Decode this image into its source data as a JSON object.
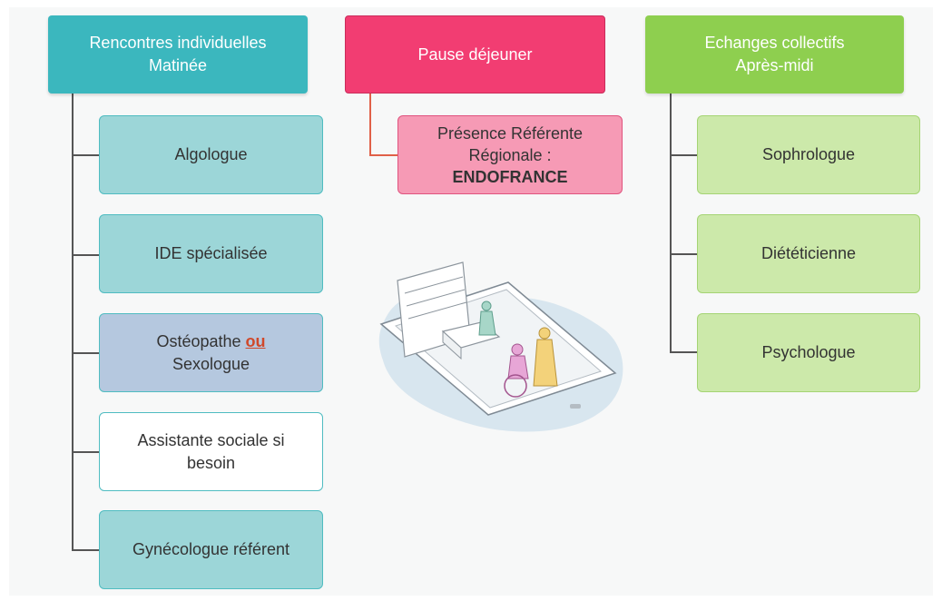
{
  "columns": {
    "left": {
      "header_line1": "Rencontres individuelles",
      "header_line2": "Matinée",
      "items": [
        {
          "label": "Algologue"
        },
        {
          "label": "IDE spécialisée"
        },
        {
          "label_part1": "Ostéopathe",
          "label_connector": "ou",
          "label_part2": "Sexologue"
        },
        {
          "label_line1": "Assistante sociale si",
          "label_line2": "besoin"
        },
        {
          "label": "Gynécologue référent"
        }
      ]
    },
    "middle": {
      "header": "Pause déjeuner",
      "item_line1": "Présence Référente",
      "item_line2": "Régionale :",
      "item_line3": "ENDOFRANCE"
    },
    "right": {
      "header_line1": "Echanges collectifs",
      "header_line2": "Après-midi",
      "items": [
        {
          "label": "Sophrologue"
        },
        {
          "label": "Diététicienne"
        },
        {
          "label": "Psychologue"
        }
      ]
    }
  },
  "colors": {
    "left_header": "#3bb7be",
    "left_item": "#9cd6d8",
    "left_item_alt": "#b5c8df",
    "middle_header": "#f23d72",
    "middle_item": "#f69ab5",
    "right_header": "#8ecf4f",
    "right_item": "#cce9aa",
    "connector_left": "#555555",
    "connector_middle": "#e06048"
  },
  "illustration": {
    "icon": "telemedicine-phone-illustration"
  }
}
